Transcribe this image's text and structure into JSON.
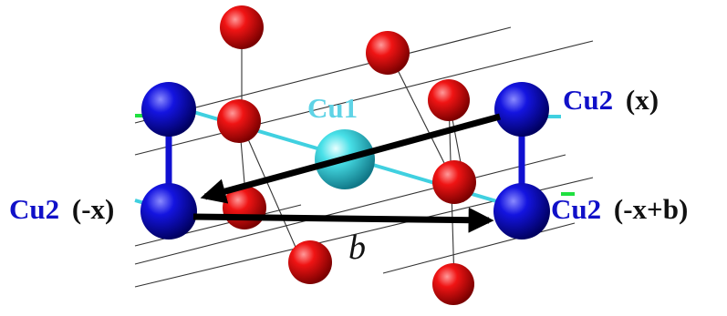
{
  "colors": {
    "cu1_label": "#5fd3e6",
    "cu2_label": "#1010c8",
    "suffix_label": "#111111",
    "cu2_atom": "#0a0ad0",
    "cu1_atom": "#40d8e0",
    "oxygen_atom": "#e00000",
    "cyan_bond": "#40d0e0",
    "blue_bond": "#1010d0",
    "green_bond": "#20e040",
    "arrow": "#000000",
    "lattice_line": "#333333"
  },
  "labels": {
    "cu1": "Cu1",
    "cu2_x_name": "Cu2",
    "cu2_x_suffix": "(x)",
    "cu2_minus_x_name": "Cu2",
    "cu2_minus_x_suffix": "(-x)",
    "cu2_minus_x_plus_b_name": "Cu2",
    "cu2_minus_x_plus_b_suffix": "(-x+b)",
    "vector_b": "b"
  }
}
